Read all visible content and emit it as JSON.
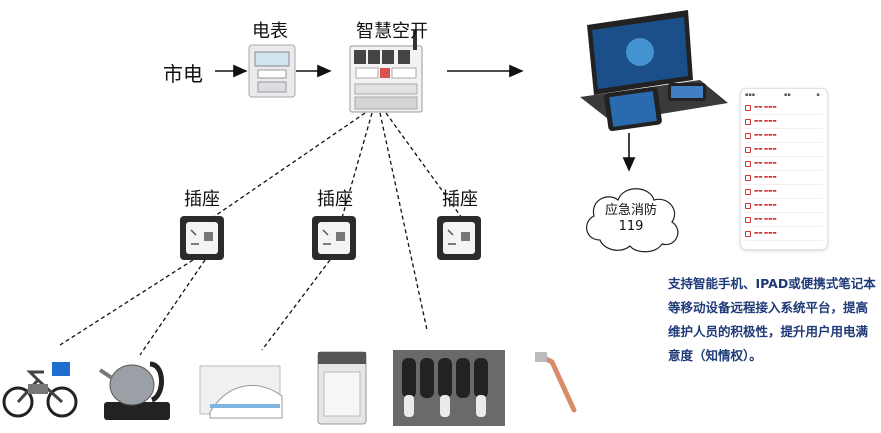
{
  "labels": {
    "grid": "市电",
    "meter": "电表",
    "smart_breaker": "智慧空开",
    "socket_1": "插座",
    "socket_2": "插座",
    "socket_3": "插座",
    "fire_line1": "应急消防",
    "fire_line2": "119"
  },
  "description": "支持智能手机、IPAD或便携式笔记本等移动设备远程接入系统平台，提高维护人员的积极性，提升用户用电满意度（知情权）。",
  "colors": {
    "description_text": "#1f3a78",
    "alarm_red": "#cc3333",
    "breaker_red": "#d9534f"
  },
  "icons": {
    "meter": "electric-meter-icon",
    "breaker": "circuit-breaker-icon",
    "socket": "wall-socket-icon",
    "laptop": "laptop-icon",
    "tablet": "tablet-icon",
    "phone": "smartphone-icon",
    "cloud": "cloud-icon",
    "bike": "electric-bike-icon",
    "kettle": "kettle-icon",
    "ac": "air-conditioner-icon",
    "washer": "washing-machine-icon",
    "hairdryers": "hair-dryer-icon",
    "heater": "immersion-heater-icon"
  }
}
